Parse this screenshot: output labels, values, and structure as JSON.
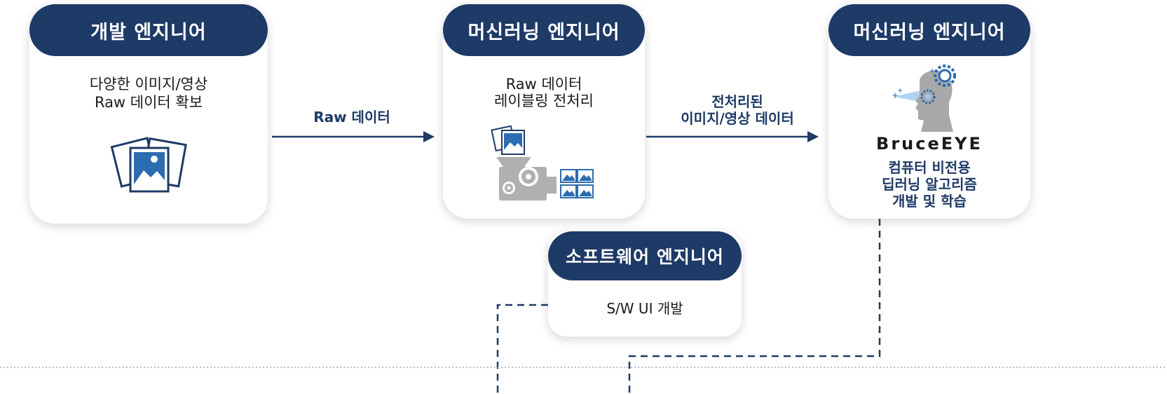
{
  "cards": {
    "dev": {
      "title": "개발 엔지니어",
      "line1": "다양한 이미지/영상",
      "line2": "Raw 데이터 확보",
      "icon": "photos-icon"
    },
    "ml1": {
      "title": "머신러닝 엔지니어",
      "line1": "Raw 데이터",
      "line2": "레이블링 전처리",
      "icon": "labeling-machine-icon"
    },
    "ml2": {
      "title": "머신러닝 엔지니어",
      "brand": "BruceEYE",
      "line1": "컴퓨터 비전용",
      "line2": "딥러닝 알고리즘",
      "line3": "개발 및 학습",
      "icon": "ai-head-icon"
    },
    "sw": {
      "title": "소프트웨어 엔지니어",
      "line1": "S/W UI 개발"
    }
  },
  "arrows": {
    "a1": "Raw 데이터",
    "a2_line1": "전처리된",
    "a2_line2": "이미지/영상 데이터"
  },
  "colors": {
    "navy": "#1e3a66",
    "accent_blue": "#2c6cb0",
    "gray": "#b0b0b0"
  }
}
